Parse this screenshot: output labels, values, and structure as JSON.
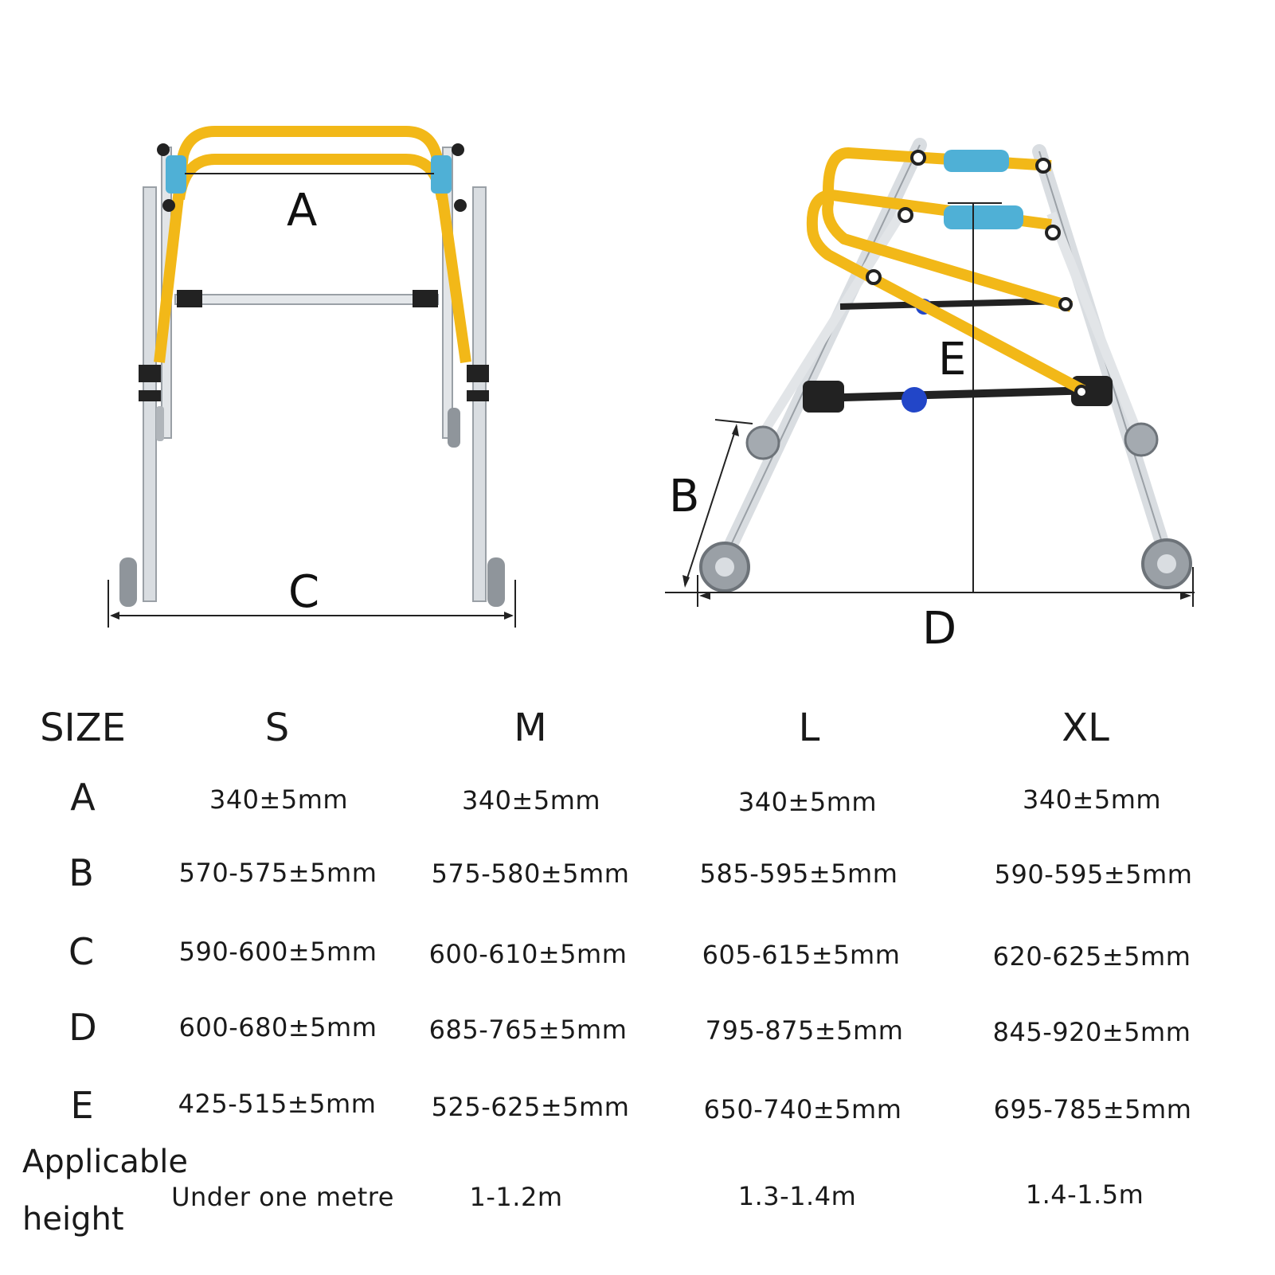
{
  "diagram": {
    "front_view": {
      "labels": {
        "a": "A",
        "c": "C"
      }
    },
    "side_view": {
      "labels": {
        "b": "B",
        "d": "D",
        "e": "E"
      }
    },
    "colors": {
      "frame": "#f2b818",
      "frame_edge": "#c8900c",
      "legs": "#d9dde1",
      "grips": "#4fb0d6",
      "wheels": "#9aa0a6",
      "joints": "#222222"
    }
  },
  "table": {
    "corner": "SIZE",
    "sizes": [
      "S",
      "M",
      "L",
      "XL"
    ],
    "rows": [
      {
        "label": "A",
        "values": [
          "340±5mm",
          "340±5mm",
          "340±5mm",
          "340±5mm"
        ]
      },
      {
        "label": "B",
        "values": [
          "570-575±5mm",
          "575-580±5mm",
          "585-595±5mm",
          "590-595±5mm"
        ]
      },
      {
        "label": "C",
        "values": [
          "590-600±5mm",
          "600-610±5mm",
          "605-615±5mm",
          "620-625±5mm"
        ]
      },
      {
        "label": "D",
        "values": [
          "600-680±5mm",
          "685-765±5mm",
          "795-875±5mm",
          "845-920±5mm"
        ]
      },
      {
        "label": "E",
        "values": [
          "425-515±5mm",
          "525-625±5mm",
          "650-740±5mm",
          "695-785±5mm"
        ]
      }
    ],
    "applicable": {
      "label_line1": "Applicable",
      "label_line2": "height",
      "values": [
        "Under one metre",
        "1-1.2m",
        "1.3-1.4m",
        "1.4-1.5m"
      ]
    }
  }
}
